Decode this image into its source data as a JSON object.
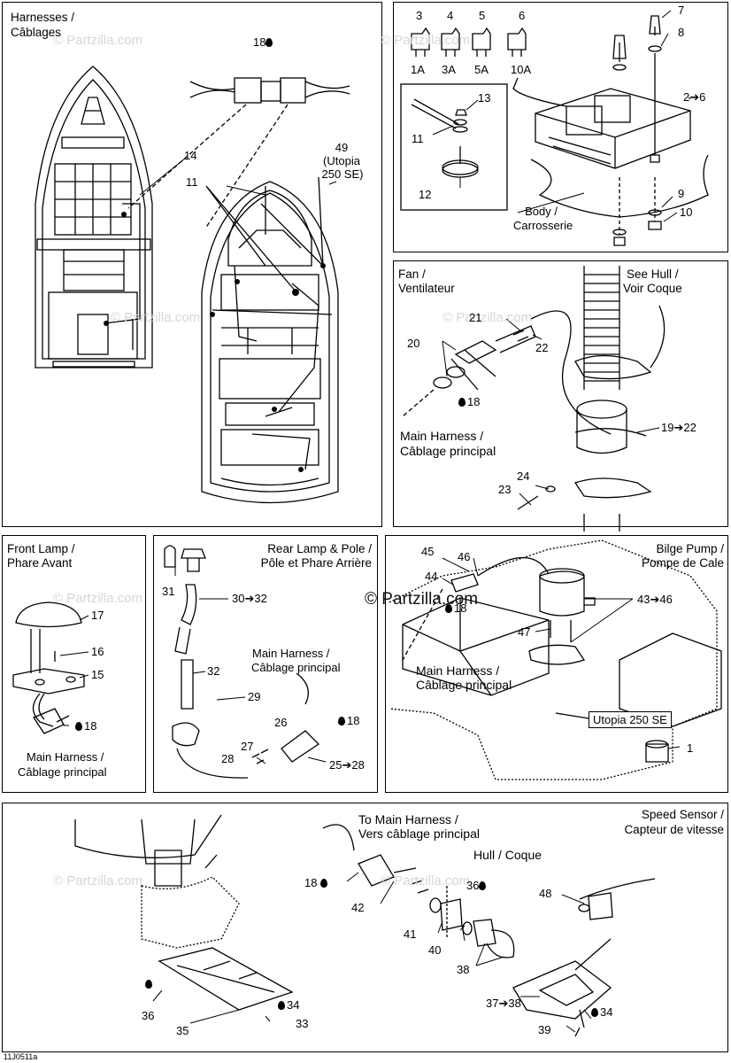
{
  "panels": {
    "harnesses": {
      "title": [
        "Harnesses /",
        "Câblages"
      ]
    },
    "fuses": {
      "fuse_numbers": [
        "3",
        "4",
        "5",
        "6"
      ],
      "fuse_ratings": [
        "1A",
        "3A",
        "5A",
        "10A"
      ],
      "body": [
        "Body /",
        "Carrosserie"
      ]
    },
    "fan": {
      "title": [
        "Fan /",
        "Ventilateur"
      ],
      "hull_ref": [
        "See Hull /",
        "Voir Coque"
      ],
      "harness": [
        "Main Harness /",
        "Câblage principal"
      ]
    },
    "front_lamp": {
      "title": [
        "Front Lamp /",
        "Phare Avant"
      ],
      "harness": [
        "Main Harness /",
        "Câblage principal"
      ]
    },
    "rear_lamp": {
      "title": [
        "Rear Lamp & Pole /",
        "Pôle et Phare Arrière"
      ],
      "harness": [
        "Main Harness /",
        "Câblage principal"
      ]
    },
    "bilge_pump": {
      "title": [
        "Bilge Pump /",
        "Pompe de Cale"
      ],
      "harness": [
        "Main Harness /",
        "Câblage principal"
      ],
      "utopia": "Utopia 250 SE"
    },
    "speed_sensor": {
      "title": [
        "Speed Sensor /",
        "Capteur de vitesse"
      ],
      "to_harness": [
        "To Main Harness /",
        "Vers câblage principal"
      ],
      "hull": "Hull / Coque"
    }
  },
  "callouts": {
    "c18a": "18",
    "c14": "14",
    "c11a": "11",
    "c49": "49",
    "c49b": "(Utopia",
    "c49c": "250 SE)",
    "c7": "7",
    "c8": "8",
    "c26a": "2➔6",
    "c13": "13",
    "c11b": "11",
    "c12": "12",
    "c9": "9",
    "c10": "10",
    "c21": "21",
    "c20": "20",
    "c22": "22",
    "c18b": "18",
    "c1922": "19➔22",
    "c24": "24",
    "c23": "23",
    "c17": "17",
    "c16": "16",
    "c15": "15",
    "c18c": "18",
    "c31": "31",
    "c3032": "30➔32",
    "c32": "32",
    "c29": "29",
    "c26": "26",
    "c18d": "18",
    "c27": "27",
    "c28": "28",
    "c2528": "25➔28",
    "c45": "45",
    "c46": "46",
    "c44": "44",
    "c18e": "18",
    "c4346": "43➔46",
    "c47": "47",
    "c1": "1",
    "c18f": "18",
    "c42": "42",
    "c36a": "36",
    "c48": "48",
    "c41": "41",
    "c40": "40",
    "c38": "38",
    "c3738": "37➔38",
    "c34a": "34",
    "c36b": "36",
    "c34b": "34",
    "c35": "35",
    "c33": "33",
    "c39": "39"
  },
  "watermark": "© Partzilla.com",
  "brand": "© Partzilla.com",
  "drawing_code": "11J0511a"
}
